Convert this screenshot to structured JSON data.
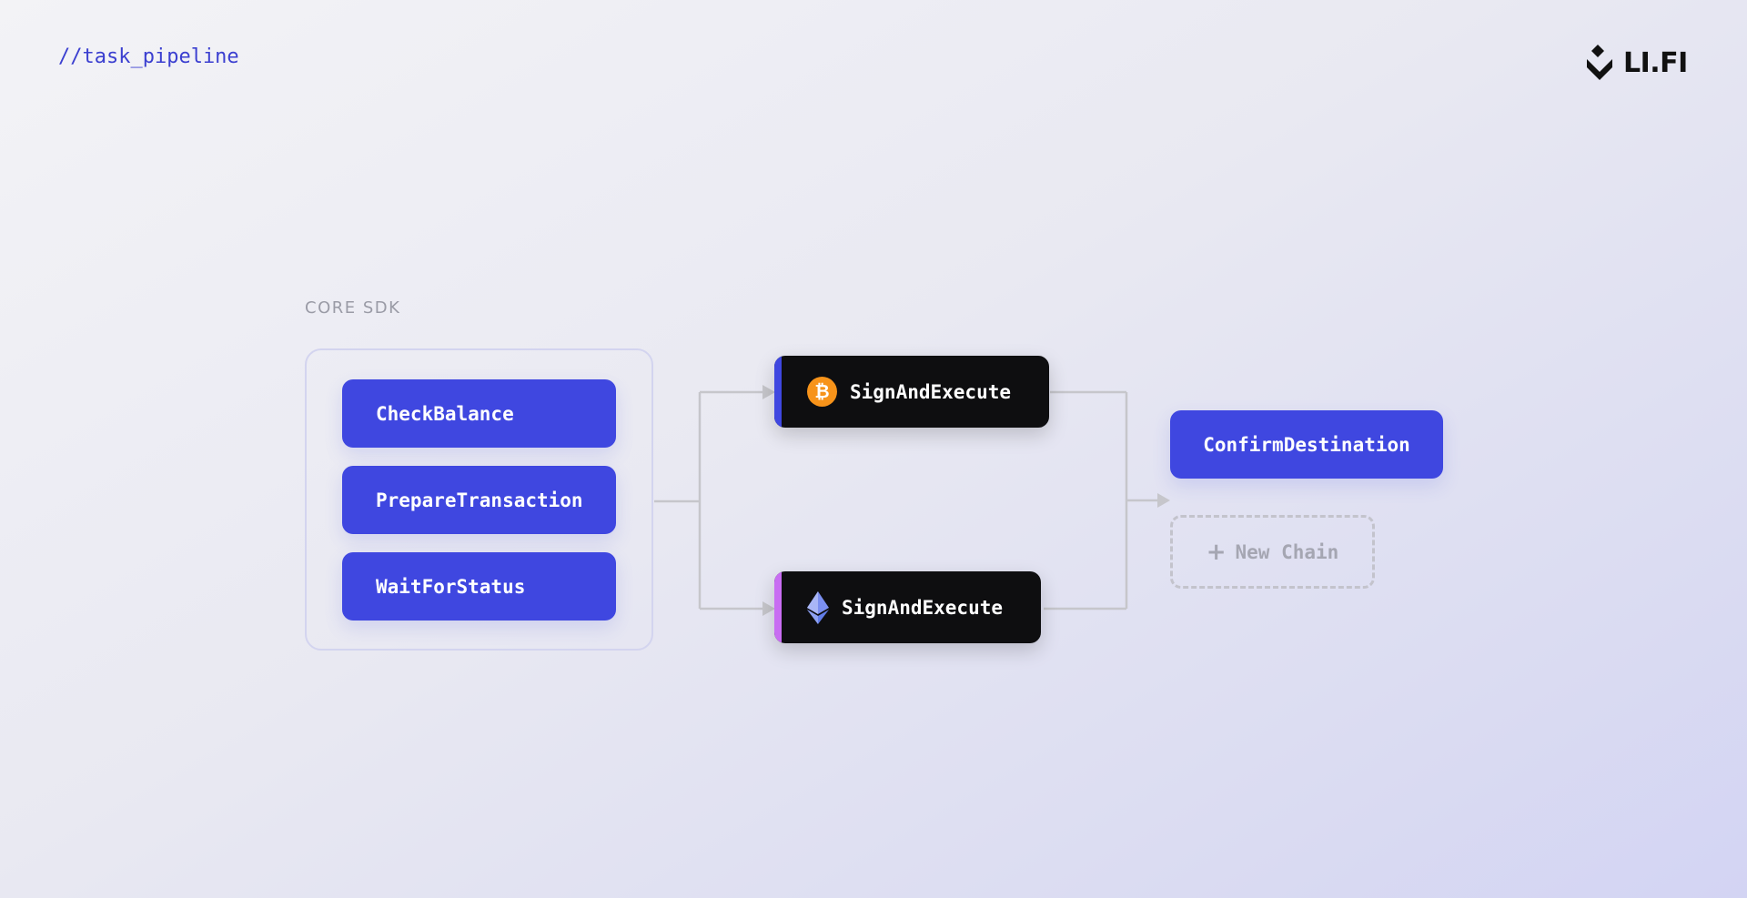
{
  "header": {
    "tag": "//task_pipeline"
  },
  "logo": {
    "text": "LI.FI",
    "icon": "lifi-logo-icon"
  },
  "core_sdk": {
    "label": "CORE SDK",
    "tasks": [
      "CheckBalance",
      "PrepareTransaction",
      "WaitForStatus"
    ]
  },
  "executors": [
    {
      "label": "SignAndExecute",
      "icon": "bitcoin-icon",
      "accent": "#3f47e0"
    },
    {
      "label": "SignAndExecute",
      "icon": "ethereum-icon",
      "accent": "#c86df2"
    }
  ],
  "destination": {
    "label": "ConfirmDestination"
  },
  "new_chain": {
    "label": "New Chain",
    "icon": "plus-icon"
  },
  "colors": {
    "task_blue": "#3f47e0",
    "executor_black": "#0e0e10",
    "bitcoin_orange": "#f7931a",
    "ethereum_purple": "#627eea",
    "connector_gray": "#c6c6cb",
    "tag_blue": "#3b3fd0"
  }
}
